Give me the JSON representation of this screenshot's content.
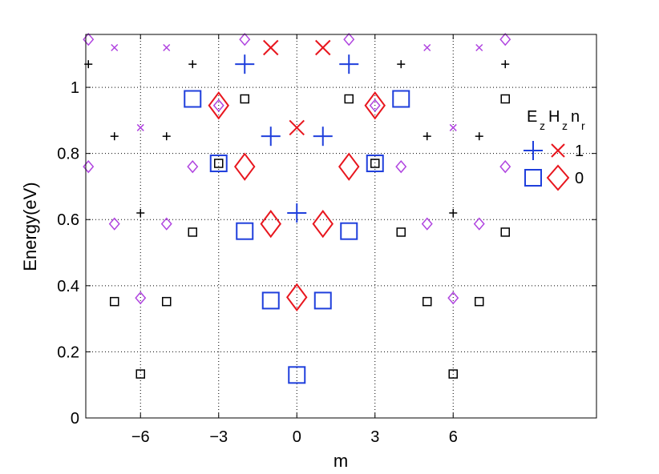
{
  "chart_data": {
    "type": "scatter",
    "title": "",
    "xlabel": "m",
    "ylabel": "Energy(eV)",
    "xlim": [
      -8.1,
      11.5
    ],
    "ylim": [
      0,
      1.16
    ],
    "xticks": [
      -6,
      -3,
      0,
      3,
      6
    ],
    "xtick_labels": [
      "−6",
      "−3",
      "0",
      "3",
      "6"
    ],
    "yticks": [
      0,
      0.2,
      0.4,
      0.6,
      0.8,
      1
    ],
    "ytick_labels": [
      "0",
      "0.2",
      "0.4",
      "0.6",
      "0.8",
      "1"
    ],
    "grid": true,
    "legend_placement": "right",
    "legend": {
      "header": {
        "parts": [
          {
            "text": "E",
            "sub": "z"
          },
          {
            "text": "H",
            "sub": "z"
          },
          {
            "text": "n",
            "sub": "r"
          }
        ]
      },
      "rows": [
        {
          "label": "1",
          "symbols": [
            "plus-blue",
            "cross-red"
          ]
        },
        {
          "label": "0",
          "symbols": [
            "square-blue",
            "diamond-red"
          ]
        }
      ]
    },
    "colors": {
      "blue": "#1f3fdc",
      "red": "#e8161e",
      "black": "#000000",
      "purple": "#b044e0"
    },
    "series": [
      {
        "marker": "square",
        "size": "large",
        "color": "#1f3fdc",
        "points": [
          [
            0,
            0.13
          ],
          [
            -1,
            0.355
          ],
          [
            1,
            0.355
          ],
          [
            -2,
            0.565
          ],
          [
            2,
            0.565
          ],
          [
            -3,
            0.77
          ],
          [
            3,
            0.77
          ],
          [
            -4,
            0.965
          ],
          [
            4,
            0.965
          ]
        ]
      },
      {
        "marker": "diamond",
        "size": "large",
        "color": "#e8161e",
        "points": [
          [
            0,
            0.365
          ],
          [
            -1,
            0.587
          ],
          [
            1,
            0.587
          ],
          [
            -2,
            0.76
          ],
          [
            2,
            0.76
          ],
          [
            -3,
            0.945
          ],
          [
            3,
            0.945
          ]
        ]
      },
      {
        "marker": "plus",
        "size": "large",
        "color": "#1f3fdc",
        "points": [
          [
            0,
            0.62
          ],
          [
            -1,
            0.852
          ],
          [
            1,
            0.852
          ],
          [
            -2,
            1.07
          ],
          [
            2,
            1.07
          ]
        ]
      },
      {
        "marker": "cross",
        "size": "large",
        "color": "#e8161e",
        "points": [
          [
            0,
            0.878
          ],
          [
            -1,
            1.12
          ],
          [
            1,
            1.12
          ]
        ]
      },
      {
        "marker": "square",
        "size": "small",
        "color": "#000000",
        "points": [
          [
            -6,
            0.133
          ],
          [
            6,
            0.133
          ],
          [
            -7,
            0.352
          ],
          [
            -5,
            0.352
          ],
          [
            5,
            0.352
          ],
          [
            7,
            0.352
          ],
          [
            -4,
            0.562
          ],
          [
            4,
            0.562
          ],
          [
            8,
            0.562
          ],
          [
            -3,
            0.77
          ],
          [
            3,
            0.77
          ],
          [
            -2,
            0.965
          ],
          [
            2,
            0.965
          ],
          [
            8,
            0.965
          ]
        ]
      },
      {
        "marker": "diamond",
        "size": "small",
        "color": "#b044e0",
        "points": [
          [
            -6,
            0.363
          ],
          [
            6,
            0.363
          ],
          [
            -7,
            0.587
          ],
          [
            -5,
            0.587
          ],
          [
            5,
            0.587
          ],
          [
            7,
            0.587
          ],
          [
            -8,
            0.76
          ],
          [
            -4,
            0.76
          ],
          [
            4,
            0.76
          ],
          [
            8,
            0.76
          ],
          [
            -3,
            0.945
          ],
          [
            3,
            0.945
          ],
          [
            -8,
            1.145
          ],
          [
            -2,
            1.145
          ],
          [
            2,
            1.145
          ],
          [
            8,
            1.145
          ]
        ]
      },
      {
        "marker": "plus",
        "size": "small",
        "color": "#000000",
        "points": [
          [
            -6,
            0.62
          ],
          [
            6,
            0.62
          ],
          [
            -7,
            0.852
          ],
          [
            -5,
            0.852
          ],
          [
            5,
            0.852
          ],
          [
            7,
            0.852
          ],
          [
            -8,
            1.07
          ],
          [
            -4,
            1.07
          ],
          [
            4,
            1.07
          ],
          [
            8,
            1.07
          ]
        ]
      },
      {
        "marker": "cross",
        "size": "small",
        "color": "#b044e0",
        "points": [
          [
            -6,
            0.878
          ],
          [
            6,
            0.878
          ],
          [
            -7,
            1.12
          ],
          [
            -5,
            1.12
          ],
          [
            5,
            1.12
          ],
          [
            7,
            1.12
          ]
        ]
      }
    ]
  }
}
